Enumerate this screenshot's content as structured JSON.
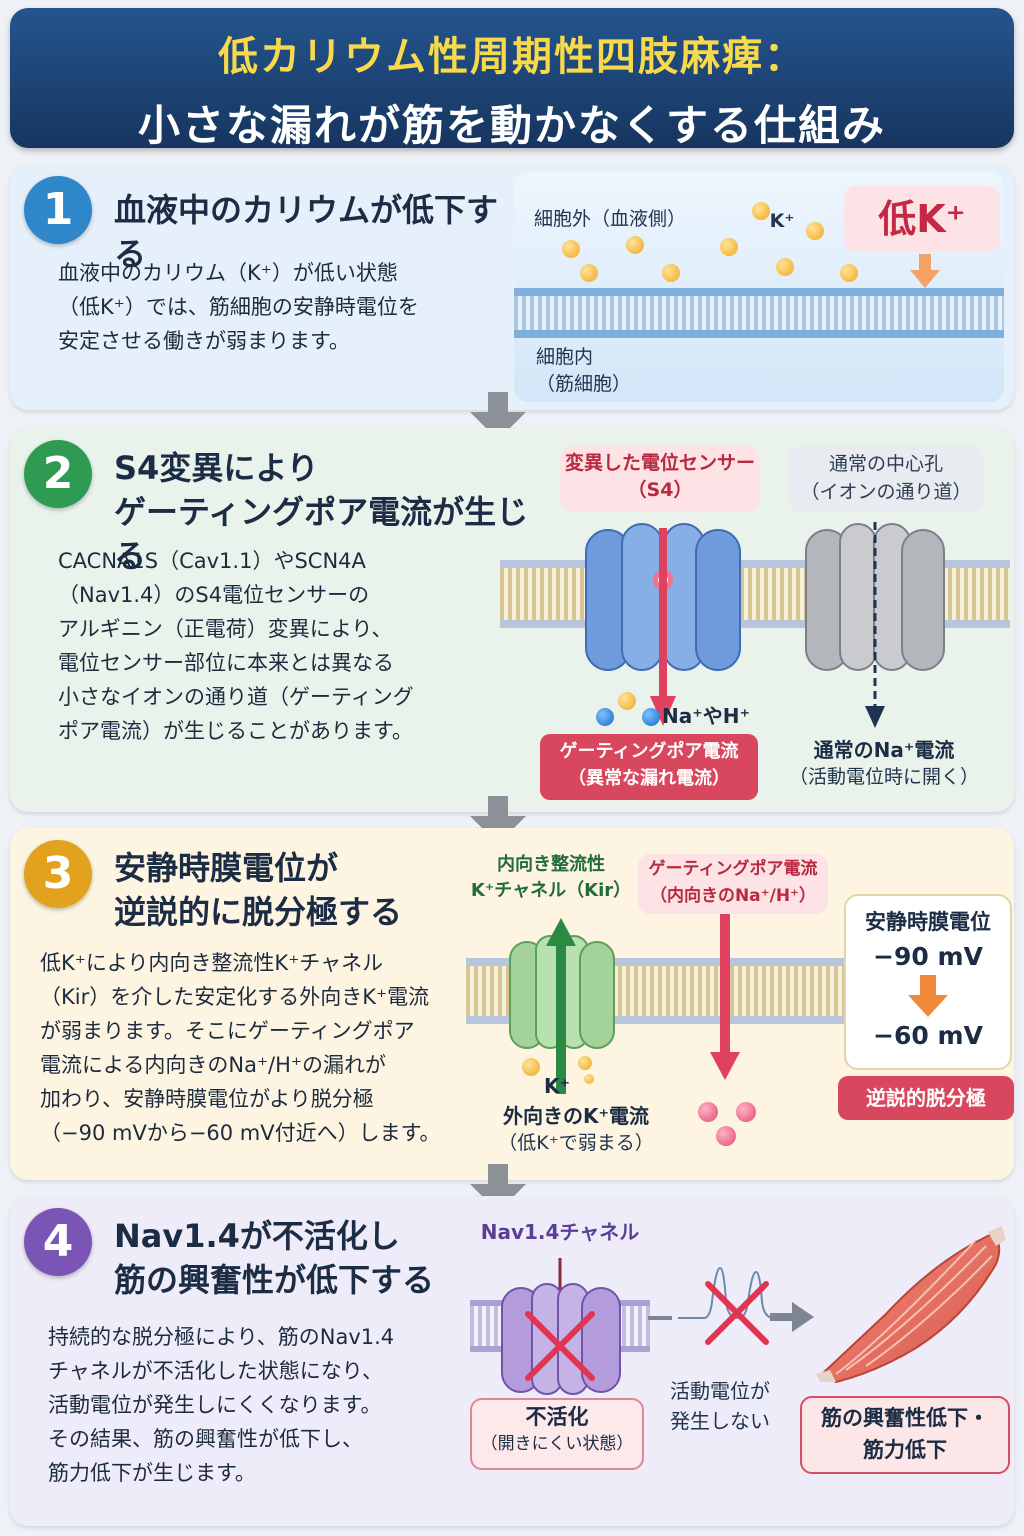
{
  "title": {
    "line1": "低カリウム性周期性四肢麻痺：",
    "line2": "小さな漏れが筋を動かなくする仕組み"
  },
  "s1": {
    "num": "1",
    "heading": "血液中のカリウムが低下する",
    "body": [
      "血液中のカリウム（K⁺）が低い状態",
      "（低K⁺）では、筋細胞の安静時電位を",
      "安定させる働きが弱まります。"
    ],
    "diagram": {
      "outside_label": "細胞外（血液側）",
      "ion_label": "K⁺",
      "lowk_label": "低K⁺",
      "inside_line1": "細胞内",
      "inside_line2": "（筋細胞）"
    }
  },
  "s2": {
    "num": "2",
    "heading_line1": "S4変異により",
    "heading_line2": "ゲーティングポア電流が生じる",
    "body": [
      "CACNA1S（Cav1.1）やSCN4A",
      "（Nav1.4）のS4電位センサーの",
      "アルギニン（正電荷）変異により、",
      "電位センサー部位に本来とは異なる",
      "小さなイオンの通り道（ゲーティング",
      "ポア電流）が生じることがあります。"
    ],
    "diagram": {
      "mutant_label_line1": "変異した電位センサー",
      "mutant_label_line2": "（S4）",
      "normal_label_line1": "通常の中心孔",
      "normal_label_line2": "（イオンの通り道）",
      "ion_label": "Na⁺やH⁺",
      "gating_box_line1": "ゲーティングポア電流",
      "gating_box_line2": "（異常な漏れ電流）",
      "normal_current_line1": "通常のNa⁺電流",
      "normal_current_line2": "（活動電位時に開く）"
    }
  },
  "s3": {
    "num": "3",
    "heading_line1": "安静時膜電位が",
    "heading_line2": "逆説的に脱分極する",
    "body": [
      "低K⁺により内向き整流性K⁺チャネル",
      "（Kir）を介した安定化する外向きK⁺電流",
      "が弱まります。そこにゲーティングポア",
      "電流による内向きのNa⁺/H⁺の漏れが",
      "加わり、安静時膜電位がより脱分極",
      "（−90 mVから−60 mV付近へ）します。"
    ],
    "diagram": {
      "kir_label_line1": "内向き整流性",
      "kir_label_line2": "K⁺チャネル（Kir）",
      "gating_label_line1": "ゲーティングポア電流",
      "gating_label_line2": "（内向きのNa⁺/H⁺）",
      "rmp_title": "安静時膜電位",
      "rmp_from": "−90 mV",
      "rmp_to": "−60 mV",
      "paradox_label": "逆説的脱分極",
      "k_label": "K⁺",
      "outward_line1": "外向きのK⁺電流",
      "outward_line2": "（低K⁺で弱まる）"
    }
  },
  "s4": {
    "num": "4",
    "heading_line1": "Nav1.4が不活化し",
    "heading_line2": "筋の興奮性が低下する",
    "body": [
      "持続的な脱分極により、筋のNav1.4",
      "チャネルが不活化した状態になり、",
      "活動電位が発生しにくくなります。",
      "その結果、筋の興奮性が低下し、",
      "筋力低下が生じます。"
    ],
    "diagram": {
      "channel_label": "Nav1.4チャネル",
      "inactive_line1": "不活化",
      "inactive_line2": "（開きにくい状態）",
      "ap_line1": "活動電位が",
      "ap_line2": "発生しない",
      "result_line1": "筋の興奮性低下・",
      "result_line2": "筋力低下"
    }
  },
  "colors": {
    "title_bg": "#1f4a80",
    "title_line1": "#f7d94c",
    "step1": "#2f86c8",
    "step2": "#2e9a52",
    "step3": "#e3a21e",
    "step4": "#7b55b5",
    "leak": "#d9475f"
  },
  "icons": [
    "down-arrow-icon",
    "right-arrow-icon",
    "cross-icon",
    "ion-channel-icon",
    "muscle-icon"
  ]
}
